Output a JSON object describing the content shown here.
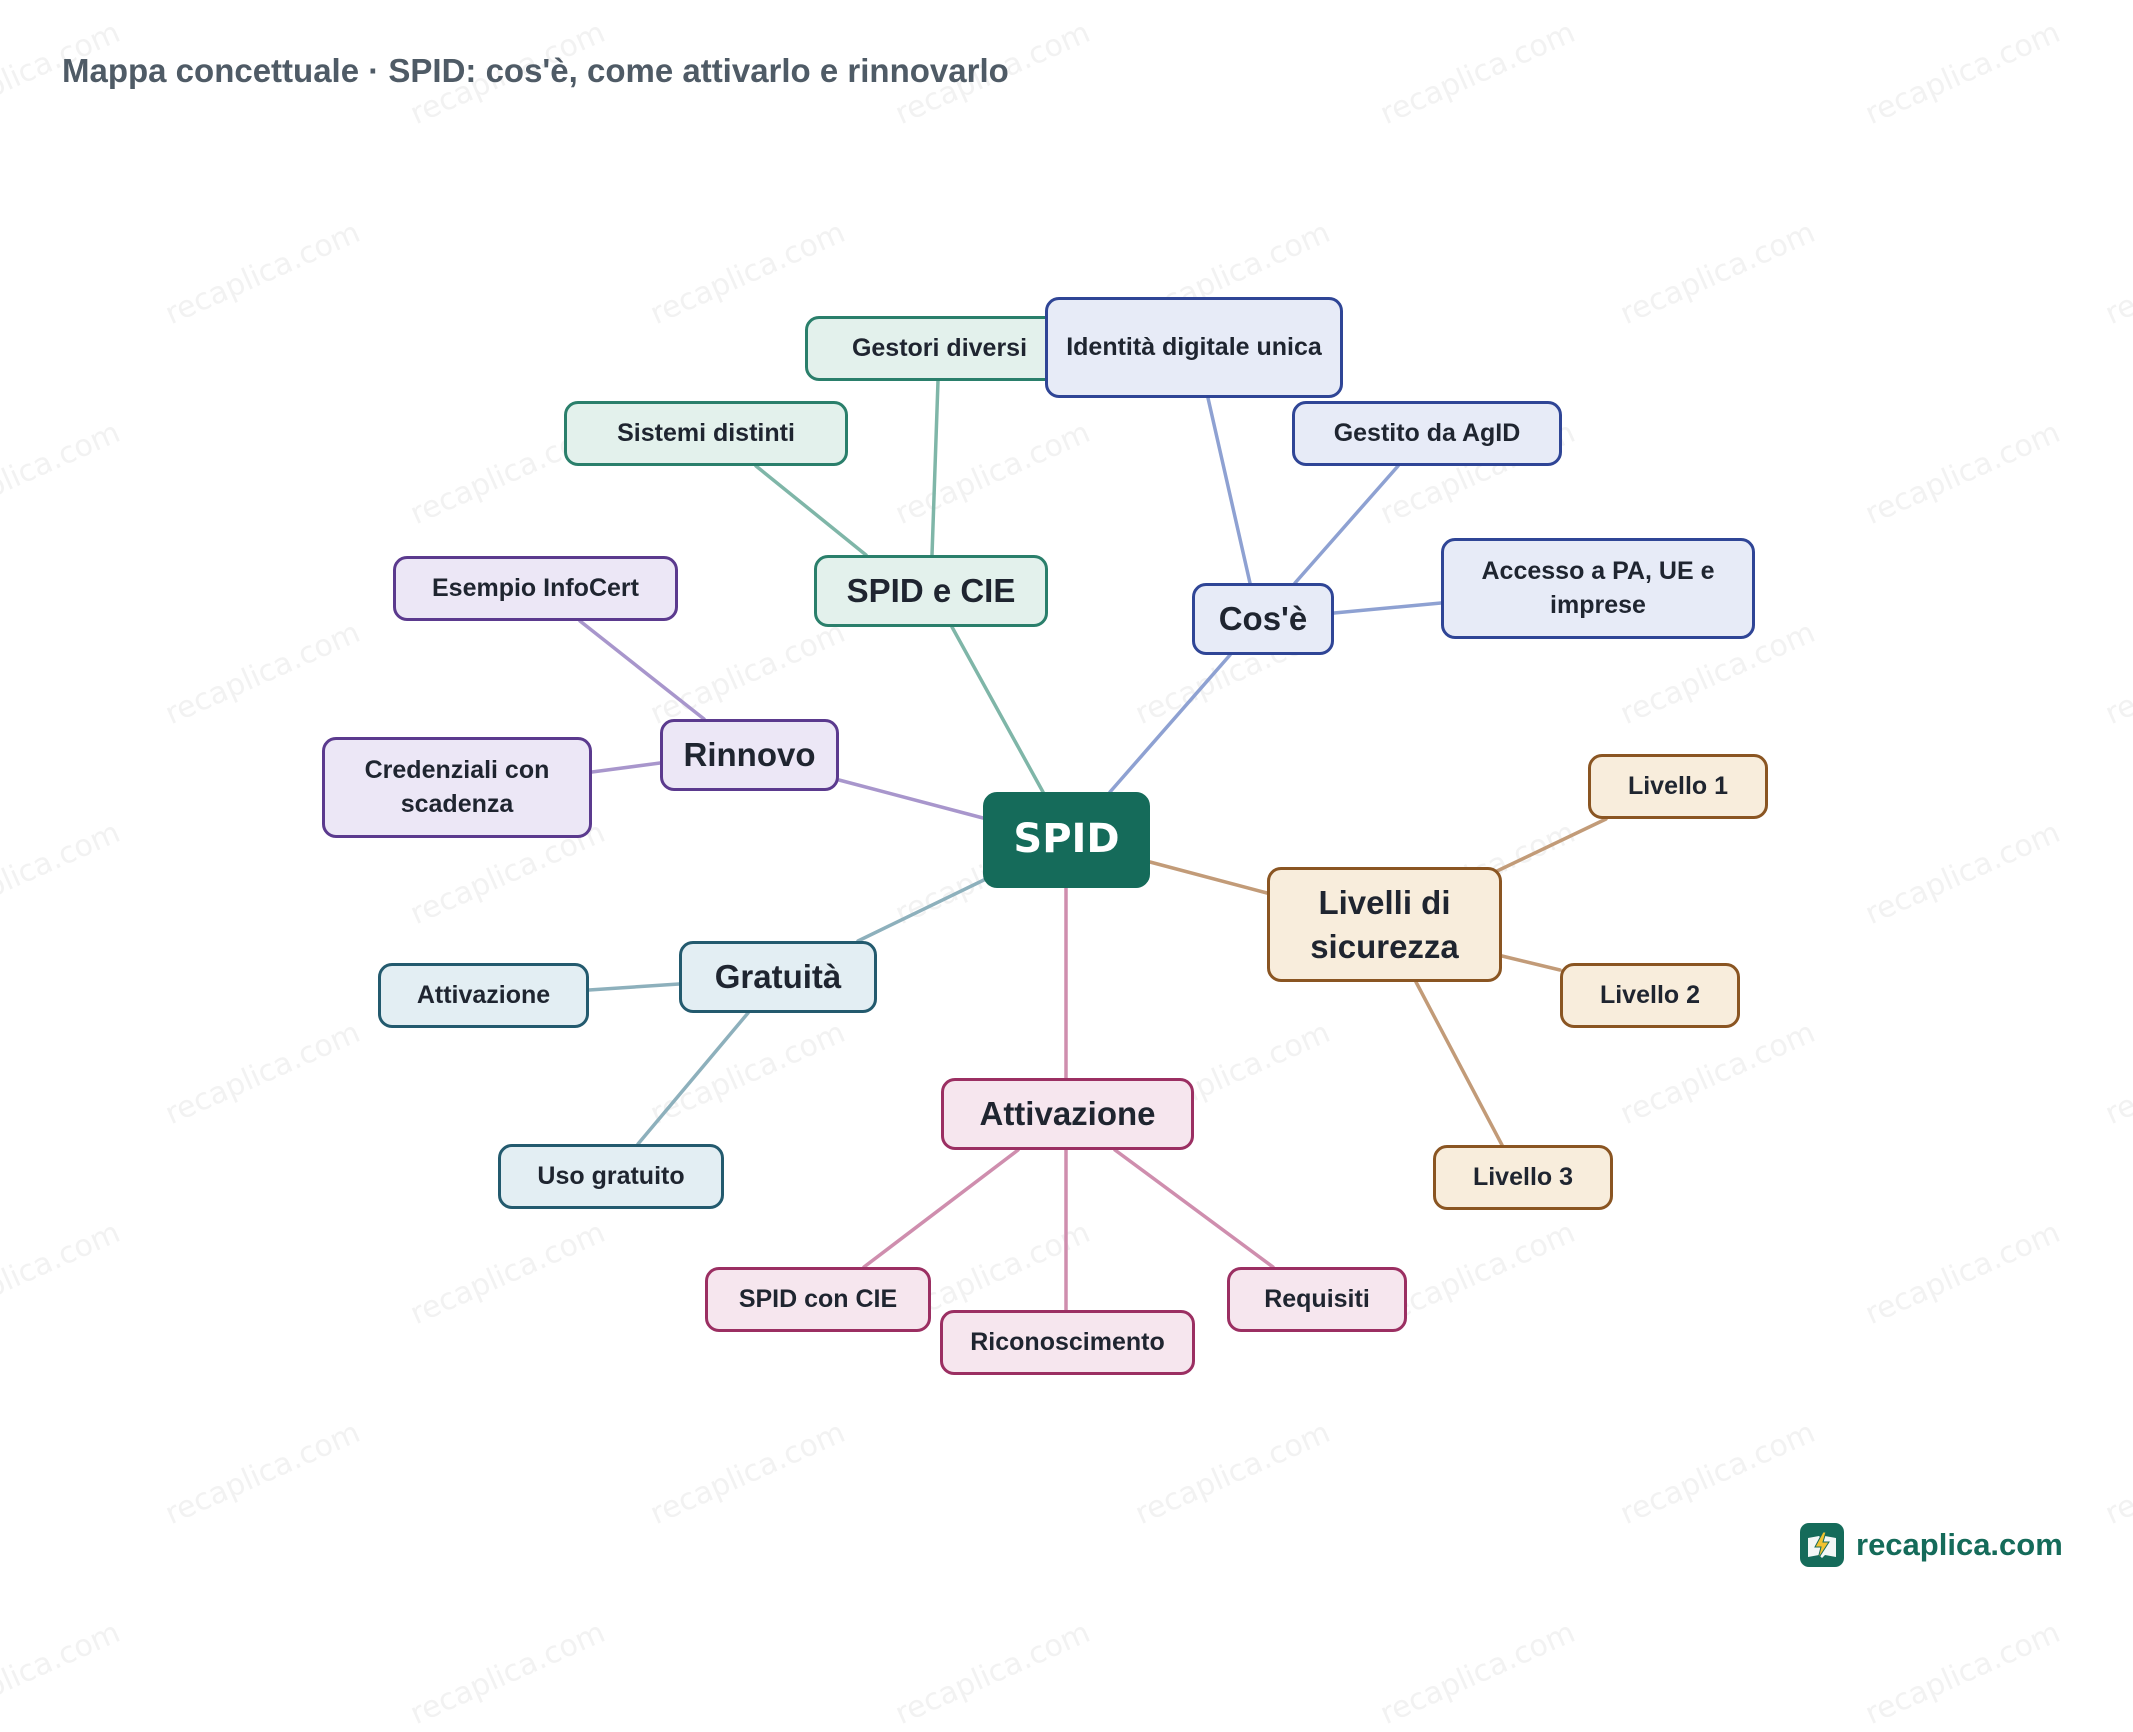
{
  "header": {
    "title": "Mappa concettuale · SPID: cos'è, come attivarlo e rinnovarlo"
  },
  "branding": {
    "name": "recaplica.com",
    "watermark_text": "recaplica.com",
    "icon": "lightning-book-icon",
    "color": "#156b5a"
  },
  "colors": {
    "root": "#156b5a",
    "spid_e_cie": {
      "border": "#2a7f6b",
      "fill": "#e3f1ec",
      "edge": "#7fb6a8"
    },
    "cose": {
      "border": "#2f4596",
      "fill": "#e7ebf7",
      "edge": "#8ea1d2"
    },
    "rinnovo": {
      "border": "#5b3a8e",
      "fill": "#ece7f6",
      "edge": "#a896cc"
    },
    "livelli": {
      "border": "#8a5522",
      "fill": "#f8eddc",
      "edge": "#c29b78"
    },
    "gratuita": {
      "border": "#235a6e",
      "fill": "#e3eef3",
      "edge": "#8db0bc"
    },
    "attivazione": {
      "border": "#9b2f62",
      "fill": "#f6e6ee",
      "edge": "#cf8eae"
    }
  },
  "mindmap": {
    "root": {
      "id": "spid",
      "label": "SPID"
    },
    "branches": [
      {
        "id": "spid-e-cie",
        "label": "SPID e CIE",
        "color": "spid_e_cie",
        "children": [
          {
            "id": "gestori-diversi",
            "label": "Gestori diversi"
          },
          {
            "id": "sistemi-distinti",
            "label": "Sistemi distinti"
          }
        ]
      },
      {
        "id": "cose",
        "label": "Cos'è",
        "color": "cose",
        "children": [
          {
            "id": "identita-digitale-unica",
            "label": "Identità digitale unica"
          },
          {
            "id": "gestito-da-agid",
            "label": "Gestito da AgID"
          },
          {
            "id": "accesso-pa-ue-imprese",
            "label": "Accesso a PA, UE e imprese"
          }
        ]
      },
      {
        "id": "rinnovo",
        "label": "Rinnovo",
        "color": "rinnovo",
        "children": [
          {
            "id": "esempio-infocert",
            "label": "Esempio InfoCert"
          },
          {
            "id": "credenziali-con-scadenza",
            "label": "Credenziali con scadenza"
          }
        ]
      },
      {
        "id": "livelli-di-sicurezza",
        "label": "Livelli di sicurezza",
        "color": "livelli",
        "children": [
          {
            "id": "livello-1",
            "label": "Livello 1"
          },
          {
            "id": "livello-2",
            "label": "Livello 2"
          },
          {
            "id": "livello-3",
            "label": "Livello 3"
          }
        ]
      },
      {
        "id": "gratuita",
        "label": "Gratuità",
        "color": "gratuita",
        "children": [
          {
            "id": "attivazione-gratuita",
            "label": "Attivazione"
          },
          {
            "id": "uso-gratuito",
            "label": "Uso gratuito"
          }
        ]
      },
      {
        "id": "attivazione",
        "label": "Attivazione",
        "color": "attivazione",
        "children": [
          {
            "id": "spid-con-cie",
            "label": "SPID con CIE"
          },
          {
            "id": "riconoscimento",
            "label": "Riconoscimento"
          },
          {
            "id": "requisiti",
            "label": "Requisiti"
          }
        ]
      }
    ]
  }
}
